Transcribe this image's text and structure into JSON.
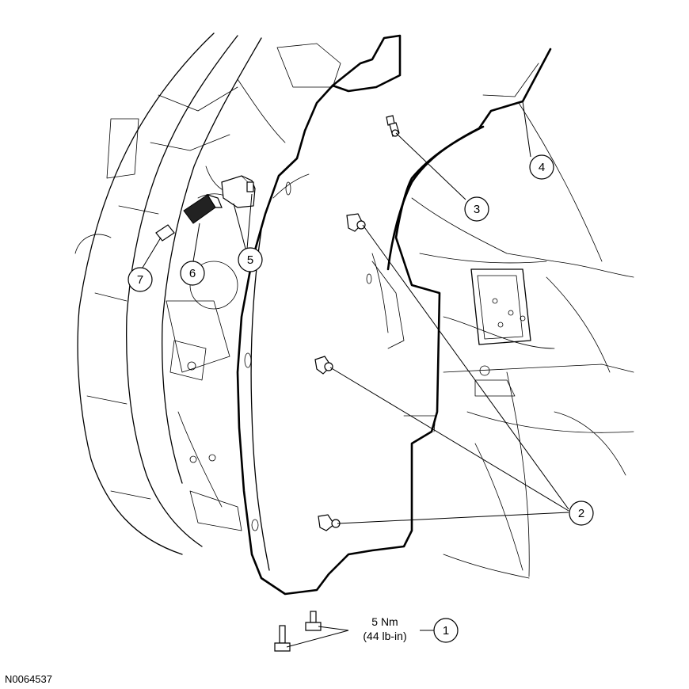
{
  "figure_id": "N0064537",
  "callouts": [
    {
      "number": "1"
    },
    {
      "number": "2"
    },
    {
      "number": "3"
    },
    {
      "number": "4"
    },
    {
      "number": "5"
    },
    {
      "number": "6"
    },
    {
      "number": "7"
    }
  ],
  "torque": {
    "metric": "5 Nm",
    "imperial": "(44 lb-in)"
  }
}
